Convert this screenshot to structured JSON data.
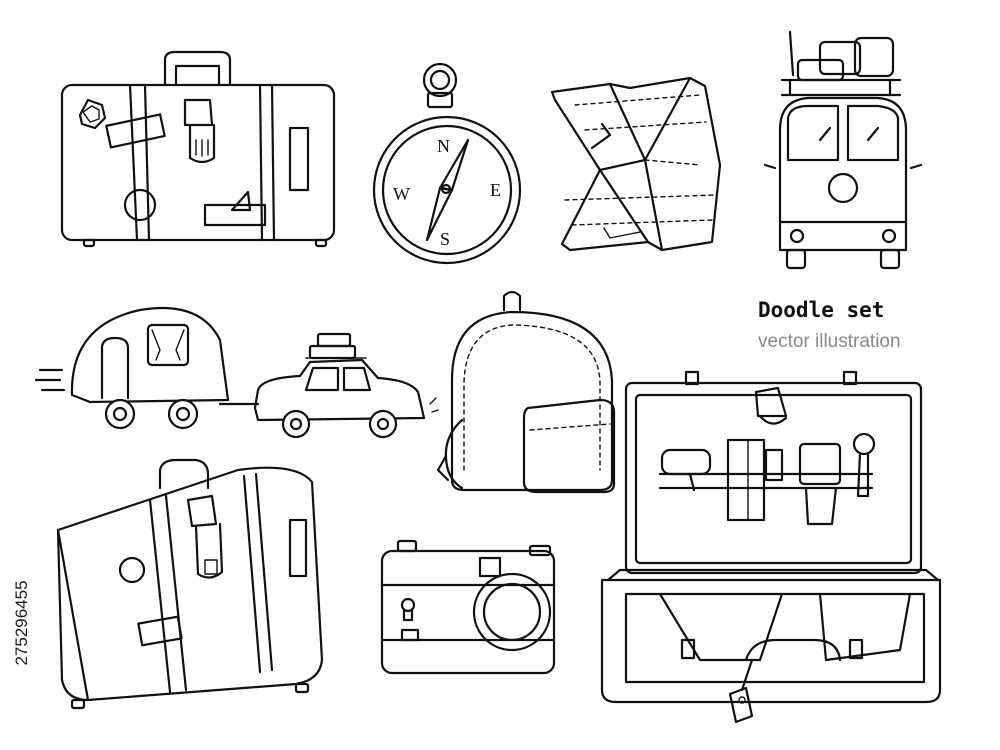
{
  "caption": {
    "title": "Doodle set",
    "subtitle": "vector illustration"
  },
  "stock_id": "275296455",
  "compass_letters": {
    "n": "N",
    "e": "E",
    "s": "S",
    "w": "W"
  },
  "colors": {
    "ink": "#111111",
    "background": "#ffffff",
    "subtitle": "#888888"
  },
  "items": [
    "vintage-suitcase-icon",
    "compass-icon",
    "folded-map-icon",
    "van-with-luggage-icon",
    "car-with-caravan-icon",
    "backpack-icon",
    "leather-suitcase-icon",
    "camera-icon",
    "open-suitcase-icon"
  ]
}
